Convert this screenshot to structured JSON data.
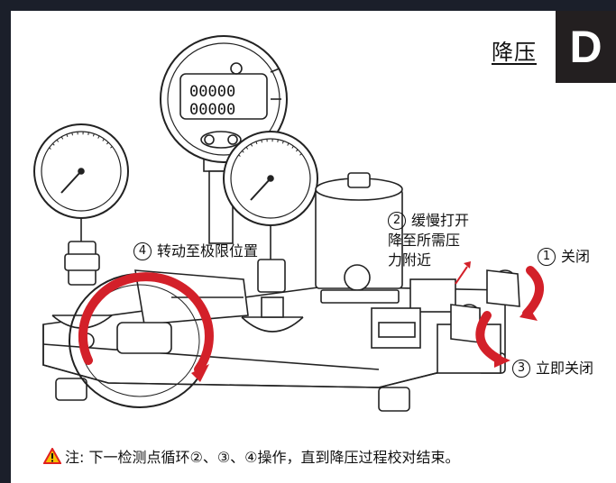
{
  "header": {
    "title": "降压",
    "badge": "D"
  },
  "gauge_display": {
    "reading_top": "00000",
    "reading_bottom": "00000"
  },
  "annotations": {
    "step1": {
      "num": "1",
      "text": "关闭"
    },
    "step2": {
      "num": "2",
      "line1": "缓慢打开",
      "line2": "降至所需压",
      "line3": "力附近"
    },
    "step3": {
      "num": "3",
      "text": "立即关闭"
    },
    "step4": {
      "num": "4",
      "text": "转动至极限位置"
    }
  },
  "note": {
    "icon": "warning-triangle-icon",
    "text": "注: 下一检测点循环②、③、④操作，直到降压过程校对结束。"
  },
  "colors": {
    "arrow_red": "#d32029",
    "warning_red": "#e02020",
    "warning_yellow": "#f6c000",
    "badge_bg": "#231f20"
  }
}
